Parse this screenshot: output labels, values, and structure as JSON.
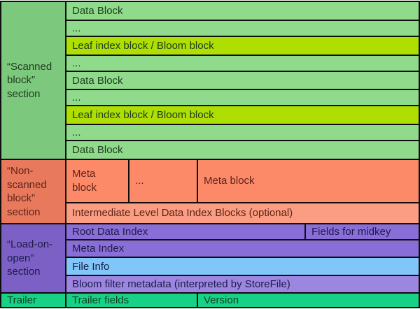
{
  "colors": {
    "border": "#0d0d0d",
    "label_green": "#7cc87c",
    "row_green": "#8fdb8b",
    "row_chartreuse": "#aede02",
    "label_salmon": "#e8795c",
    "cell_salmon": "#fc8a69",
    "row_salmon_light": "#fb9d82",
    "label_purple": "#7c60c6",
    "row_purple": "#8a6ed8",
    "row_blue": "#80c6f8",
    "row_purple_light": "#9d86e0",
    "row_emerald": "#17d286",
    "text_green": "#1e3c1e",
    "text_salmon": "#5e2317",
    "text_purple": "#1c1c48",
    "text_emerald": "#0e4026"
  },
  "diagram": {
    "sections": [
      {
        "label": "“Scanned block” section",
        "rows": [
          "Data Block",
          "...",
          "Leaf index block / Bloom block",
          "...",
          "Data Block",
          "...",
          "Leaf index block / Bloom block",
          "...",
          "Data Block"
        ]
      },
      {
        "label": "“Non-scanned block” section",
        "meta_row": {
          "cells": [
            "Meta block",
            "...",
            "Meta block"
          ]
        },
        "intermediate_row": "Intermediate Level Data Index Blocks (optional)"
      },
      {
        "label": "“Load-on-open” section",
        "root_row": {
          "cells": [
            "Root Data Index",
            "Fields for midkey"
          ]
        },
        "rows": [
          "Meta Index",
          "File Info",
          "Bloom filter metadata (interpreted by StoreFile)"
        ]
      },
      {
        "label": "Trailer",
        "cells": [
          "Trailer fields",
          "Version"
        ]
      }
    ]
  }
}
